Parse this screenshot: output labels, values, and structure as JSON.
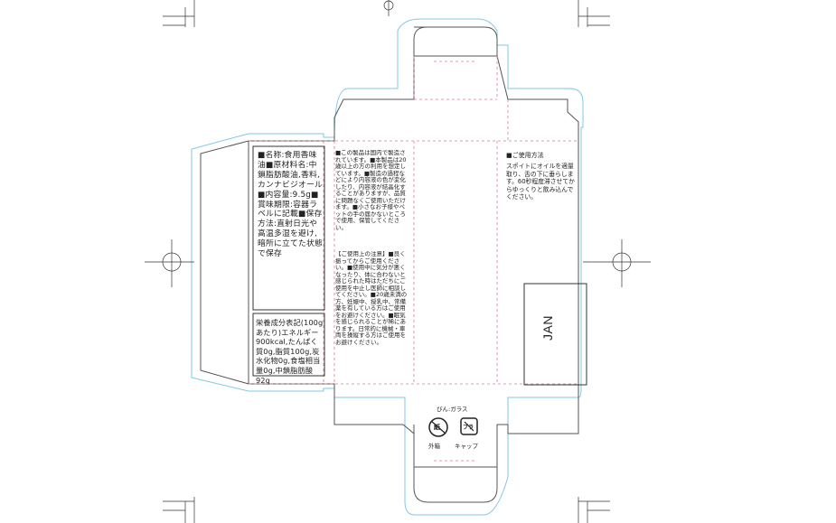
{
  "panels": {
    "side_spec": {
      "text": "■名称:食用香味油■原材料名:中鎖脂肪酸油,香料,カンナビジオール■内容量:9.5g■賞味期限:容器ラベルに記載■保存方法:直射日光や高温多湿を避け,暗所に立てた状態で保存"
    },
    "side_nutrition": {
      "text": "栄養成分表記(100gあたり)エネルギー900kcal,たんぱく質0g,脂質100g,炭水化物0g,食塩相当量0g,中鎖脂肪酸92g"
    },
    "front_notes": {
      "text": "■この製品は国内で製造されています。■本製品は20歳以上の方の利用を想定しています。■製造の過程などにより内容液の色が変化したり、内容液が結晶化することがありますが、品質に問題なくご使用いただけます。■小さなお子様やペットの手の届かないところで使用、保管してください。"
    },
    "front_caution": {
      "text": "【ご使用上の注意】■良く振ってからご使用ください。■使用中に気分が悪くなったり、体に合わないと感じられた時はただちにご使用を中止し医師に相談してください。■20歳未満の方、妊娠中、授乳中、常備薬を有している方はご使用をお避けください。■眠気を感じられることが稀にあります。日常的に機械・車両を操縦する方はご使用をお避けください。"
    },
    "usage": {
      "title": "■ご使用方法",
      "text": "スポイトにオイルを適量取り、舌の下に垂らします。60秒程度滞させてからゆっくりと飲み込んでください。"
    },
    "jan": {
      "label": "JAN"
    },
    "recycle": {
      "title": "びん:ガラス",
      "paper_mark": "紙",
      "paper_label": "外箱",
      "plastic_mark": "プラ",
      "plastic_label": "キャップ"
    }
  },
  "colors": {
    "die_line": "#555555",
    "bleed_line": "#7ec8e8",
    "fold_line": "#e07a8c",
    "crop_mark": "#333333",
    "text": "#222222"
  }
}
